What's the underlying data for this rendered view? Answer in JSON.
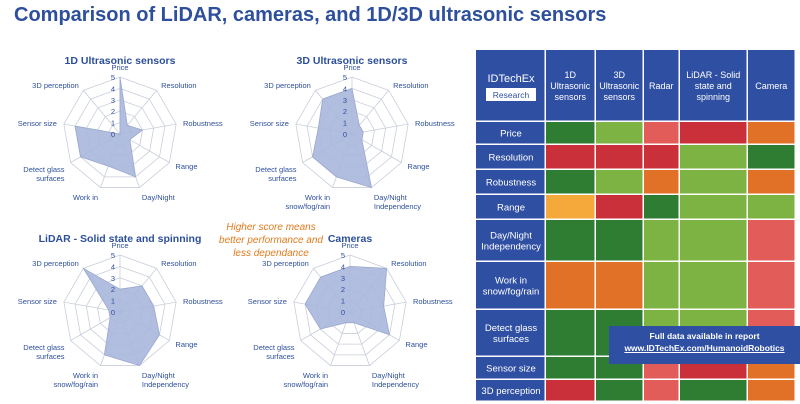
{
  "page": {
    "title": "Comparison of LiDAR, cameras, and 1D/3D ultrasonic sensors"
  },
  "note": {
    "line1": "Higher score means",
    "line2": "better performance and",
    "line3": "less dependance"
  },
  "colors": {
    "title": "#2d4f9c",
    "polygon_fill": "#a9b7db",
    "grid": "#c9cedb",
    "header_blue": "#2f4fa3",
    "note": "#e07b1f",
    "score_dark_green": "#2e7d32",
    "score_light_green": "#7cb342",
    "score_yellow": "#f4a93a",
    "score_orange": "#e07127",
    "score_red": "#c9303a",
    "score_salmon": "#e25c5a"
  },
  "chart_data": [
    {
      "type": "radar",
      "title": "1D Ultrasonic sensors",
      "axes": [
        "Price",
        "Resolution",
        "Robustness",
        "Range",
        "Day/Night\nIndependency",
        "Work in\nsnow/fog/rain",
        "Detect glass\nsurfaces",
        "Sensor size",
        "3D perception"
      ],
      "values": [
        5,
        1,
        2,
        1,
        4,
        3,
        4,
        4,
        0
      ],
      "rlim": [
        0,
        5
      ],
      "ticks": [
        "0",
        "1",
        "2",
        "3",
        "4",
        "5"
      ]
    },
    {
      "type": "radar",
      "title": "3D Ultrasonic sensors",
      "axes": [
        "Price",
        "Resolution",
        "Robustness",
        "Range",
        "Day/Night\nIndependency",
        "Work in\nsnow/fog/rain",
        "Detect glass\nsurfaces",
        "Sensor size",
        "3D perception"
      ],
      "values": [
        4,
        1,
        1,
        1,
        5,
        4,
        4,
        3,
        4
      ],
      "rlim": [
        0,
        5
      ],
      "ticks": [
        "0",
        "1",
        "2",
        "3",
        "4",
        "5"
      ]
    },
    {
      "type": "radar",
      "title": "LiDAR - Solid state and spinning",
      "axes": [
        "Price",
        "Resolution",
        "Robustness",
        "Range",
        "Day/Night\nIndependency",
        "Work in\nsnow/fog/rain",
        "Detect glass\nsurfaces",
        "Sensor size",
        "3D perception"
      ],
      "values": [
        2,
        3,
        3,
        4,
        5,
        4,
        1,
        1,
        5
      ],
      "rlim": [
        0,
        5
      ],
      "ticks": [
        "0",
        "1",
        "2",
        "3",
        "4",
        "5"
      ]
    },
    {
      "type": "radar",
      "title": "Cameras",
      "axes": [
        "Price",
        "Resolution",
        "Robustness",
        "Range",
        "Day/Night\nIndependency",
        "Work in\nsnow/fog/rain",
        "Detect glass\nsurfaces",
        "Sensor size",
        "3D perception"
      ],
      "values": [
        4,
        5,
        3,
        4,
        1,
        1,
        3,
        4,
        4
      ],
      "rlim": [
        0,
        5
      ],
      "ticks": [
        "0",
        "1",
        "2",
        "3",
        "4",
        "5"
      ]
    },
    {
      "type": "table",
      "corner": {
        "brand": "IDTechEx",
        "sub": "Research"
      },
      "columns": [
        "1D\nUltrasonic\nsensors",
        "3D\nUltrasonic\nsensors",
        "Radar",
        "LiDAR - Solid\nstate and\nspinning",
        "Camera"
      ],
      "rows": [
        {
          "label": "Price",
          "cells": [
            "dark_green",
            "light_green",
            "salmon",
            "red",
            "orange"
          ]
        },
        {
          "label": "Resolution",
          "cells": [
            "red",
            "red",
            "red",
            "light_green",
            "dark_green"
          ]
        },
        {
          "label": "Robustness",
          "cells": [
            "dark_green",
            "light_green",
            "orange",
            "light_green",
            "orange"
          ]
        },
        {
          "label": "Range",
          "cells": [
            "yellow",
            "red",
            "dark_green",
            "light_green",
            "light_green"
          ]
        },
        {
          "label": "Day/Night\nIndependency",
          "cells": [
            "dark_green",
            "dark_green",
            "light_green",
            "light_green",
            "salmon"
          ]
        },
        {
          "label": "Work in\nsnow/fog/rain",
          "cells": [
            "orange",
            "orange",
            "light_green",
            "light_green",
            "salmon"
          ]
        },
        {
          "label": "Detect glass\nsurfaces",
          "cells": [
            "dark_green",
            "dark_green",
            "light_green",
            "light_green",
            "salmon"
          ]
        },
        {
          "label": "Sensor size",
          "cells": [
            "dark_green",
            "dark_green",
            "salmon",
            "red",
            "orange"
          ]
        },
        {
          "label": "3D perception",
          "cells": [
            "red",
            "dark_green",
            "salmon",
            "dark_green",
            "orange"
          ]
        }
      ]
    }
  ],
  "banner": {
    "line1": "Full data available in report",
    "line2": "www.IDTechEx.com/HumanoidRobotics"
  }
}
